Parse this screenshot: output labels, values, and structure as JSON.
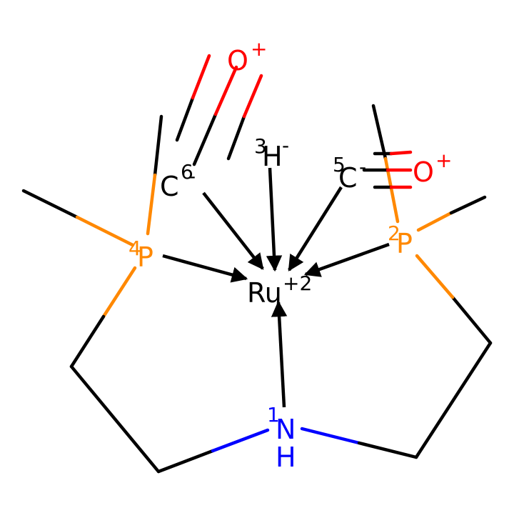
{
  "colors": {
    "carbon": "#000000",
    "metal": "#000000",
    "phosphorus": "#FF8800",
    "nitrogen": "#0000FF",
    "oxygen": "#FF0000",
    "hydrogen": "#000000"
  },
  "atoms": {
    "ru": {
      "symbol": "Ru",
      "charge": "+2"
    },
    "p4": {
      "symbol": "P",
      "isotope": "4"
    },
    "p2": {
      "symbol": "P",
      "isotope": "2"
    },
    "n1": {
      "symbol": "N",
      "isotope": "1",
      "hydrogen": "H"
    },
    "h3": {
      "symbol": "H",
      "isotope": "3",
      "charge": "-"
    },
    "c6": {
      "symbol": "C",
      "isotope": "6",
      "charge": "-"
    },
    "c5": {
      "symbol": "C",
      "isotope": "5",
      "charge": "-"
    },
    "o6": {
      "symbol": "O",
      "charge": "+"
    },
    "o5": {
      "symbol": "O",
      "charge": "+"
    }
  }
}
